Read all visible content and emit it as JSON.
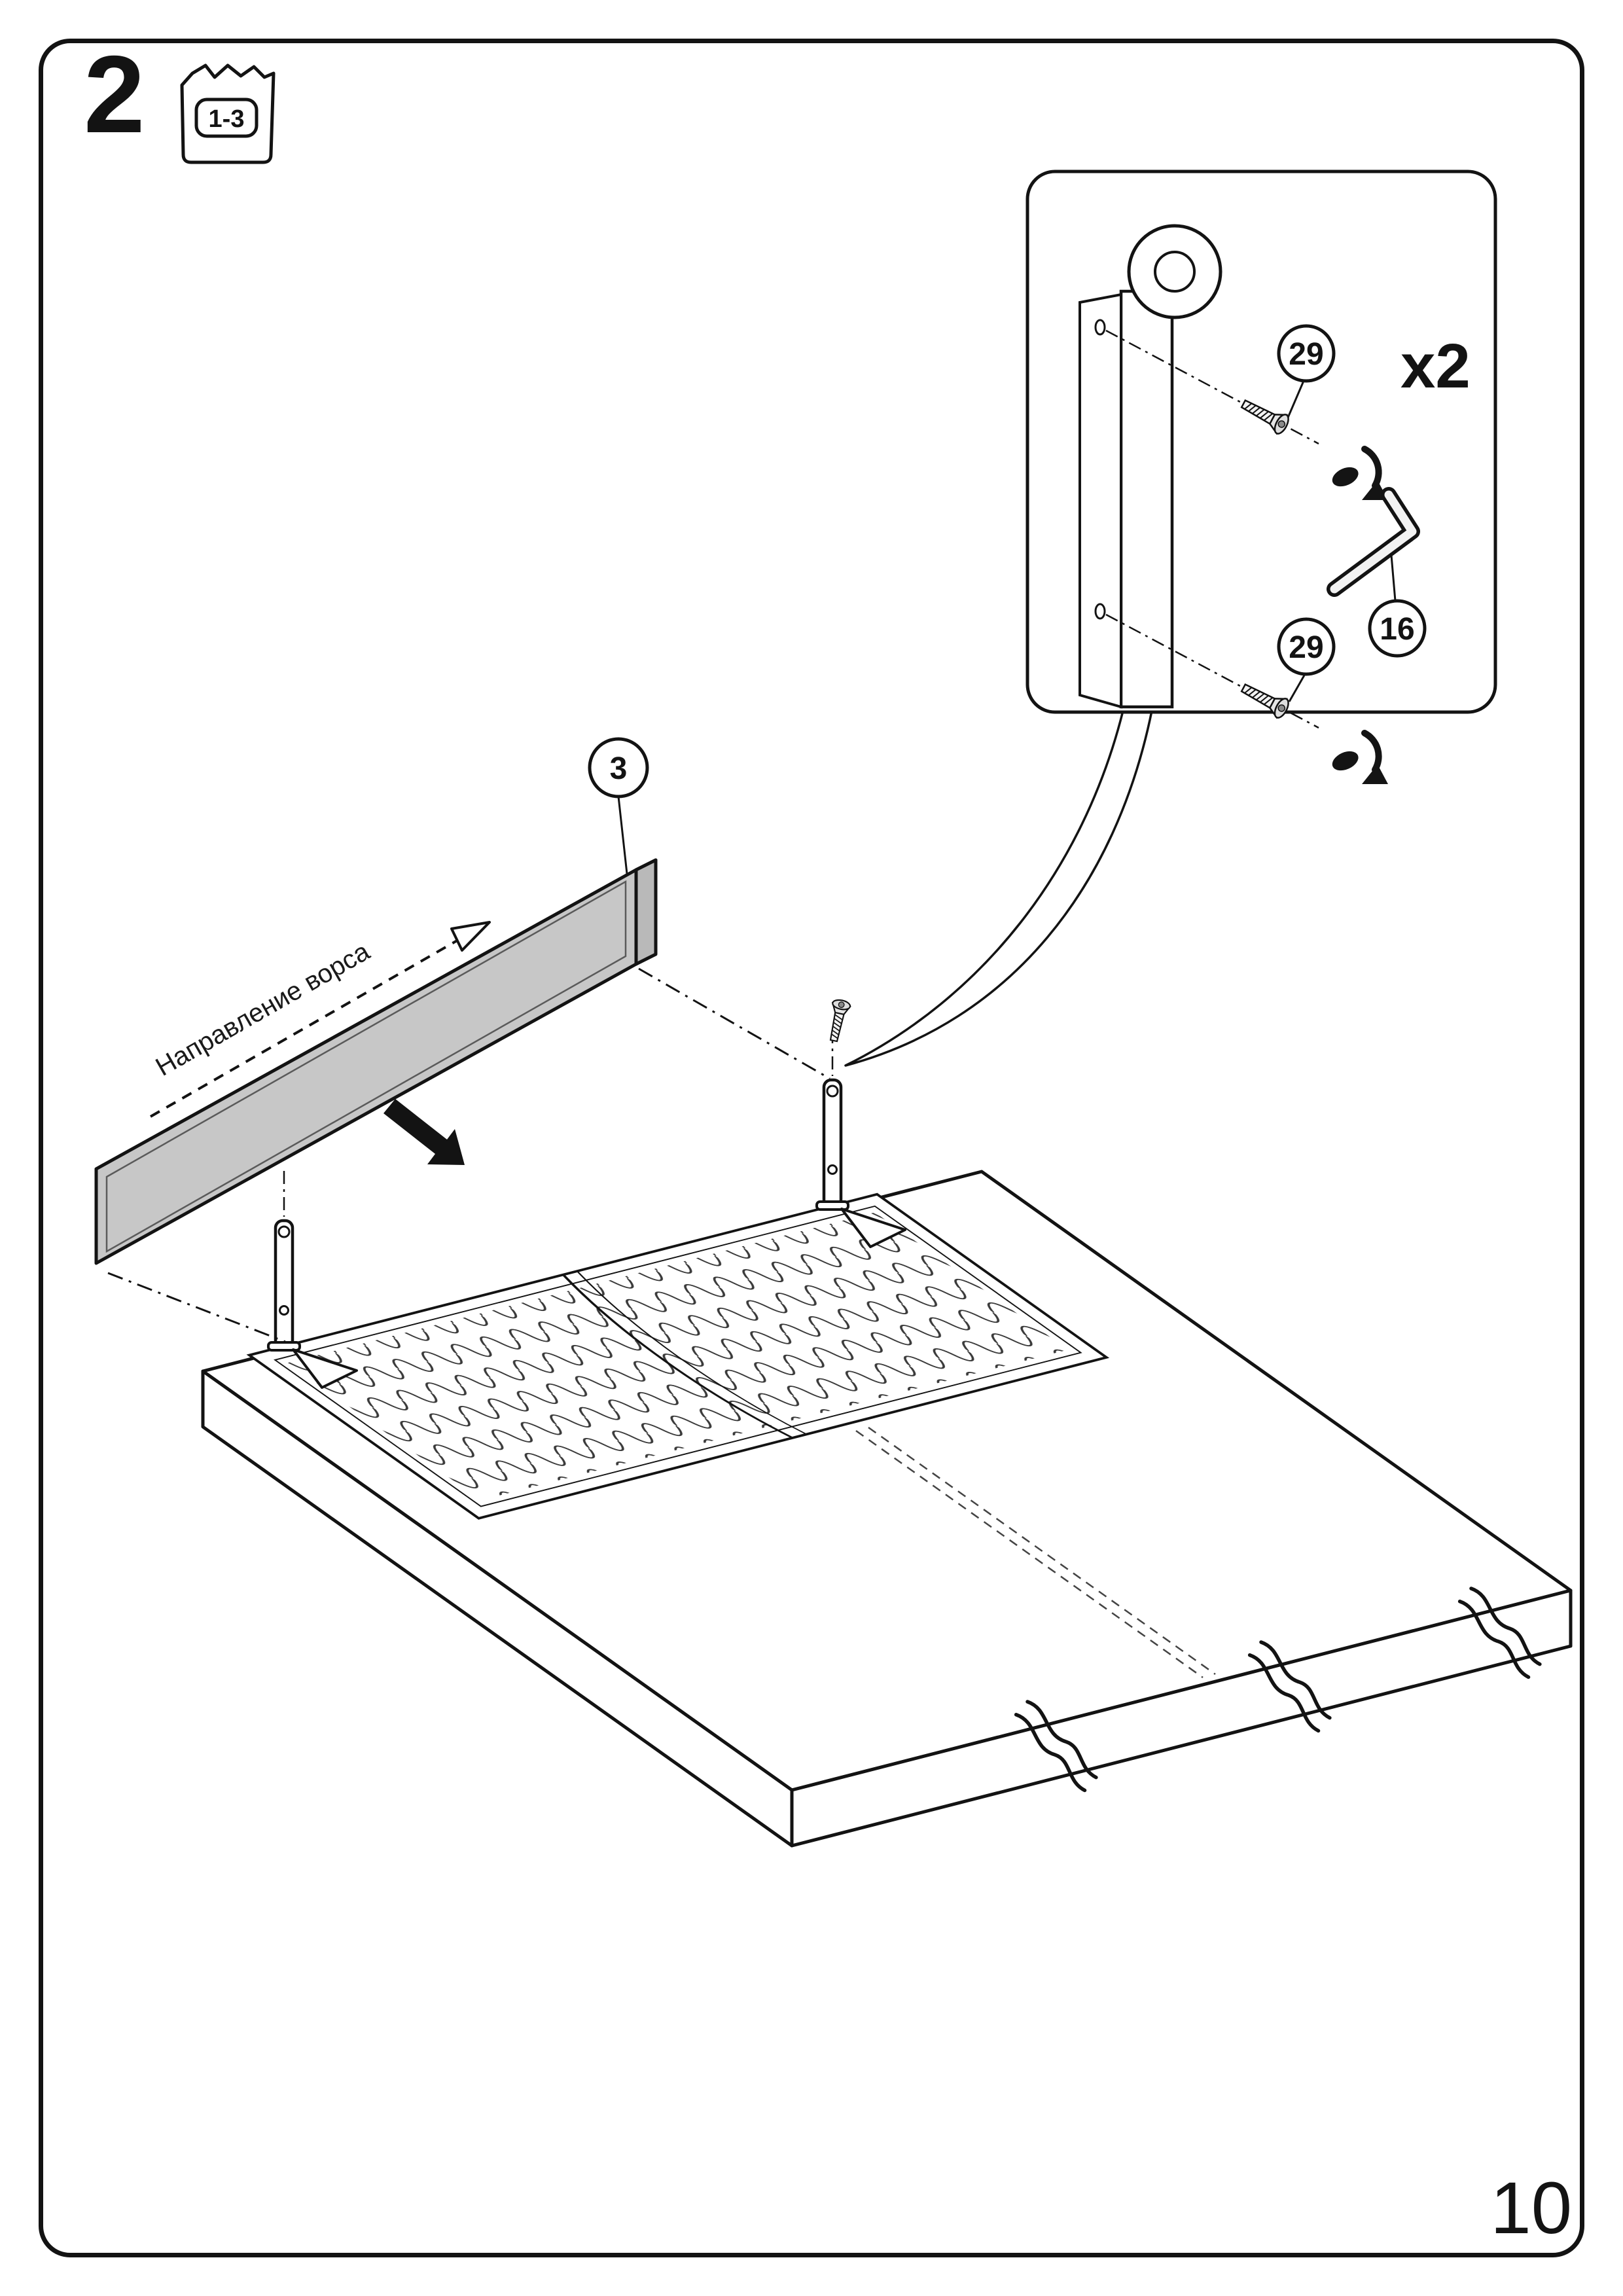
{
  "page": {
    "step": "2",
    "number": "10"
  },
  "hardware_bag": {
    "label": "1-3"
  },
  "callout": {
    "quantity": "x2",
    "labels": {
      "screw_top": "29",
      "screw_bottom": "29",
      "hex_key": "16"
    }
  },
  "scene": {
    "panel_label": "3",
    "pile_direction": "Направление ворса"
  },
  "colors": {
    "line": "#131313",
    "panel_fill": "#c7c7c7"
  }
}
